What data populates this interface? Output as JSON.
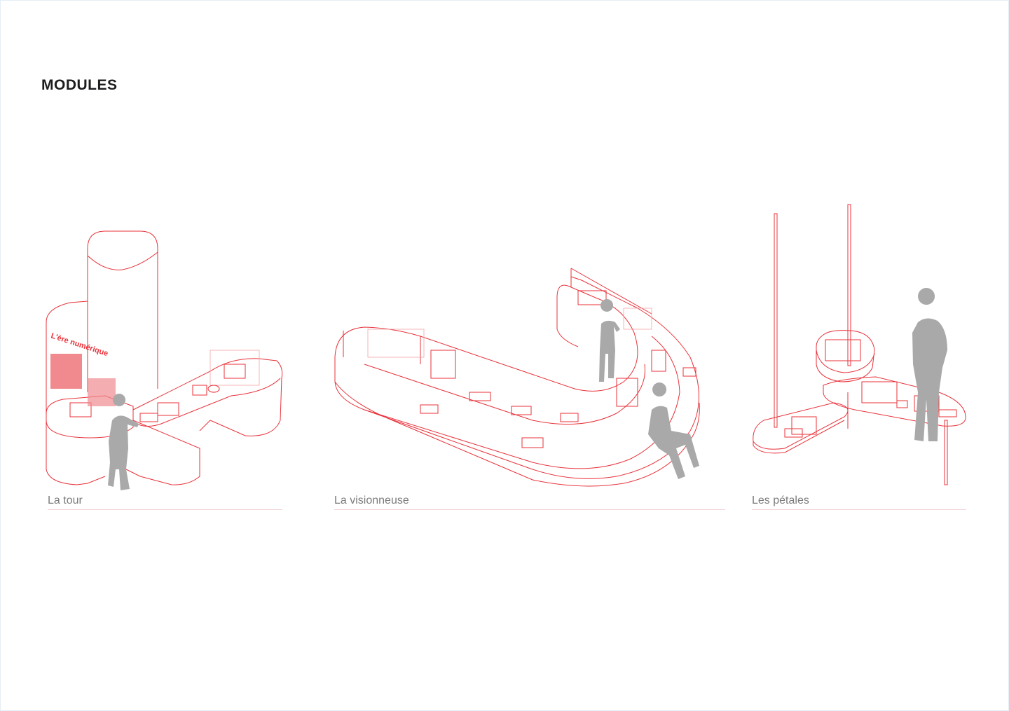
{
  "page": {
    "title": "MODULES"
  },
  "modules": [
    {
      "name": "La tour",
      "illustration_lettering": "L'ère numérique"
    },
    {
      "name": "La visionneuse"
    },
    {
      "name": "Les pétales"
    }
  ],
  "colors": {
    "line": "#e8323a",
    "figure": "#a9a9a9",
    "caption": "#7b7b7b"
  }
}
